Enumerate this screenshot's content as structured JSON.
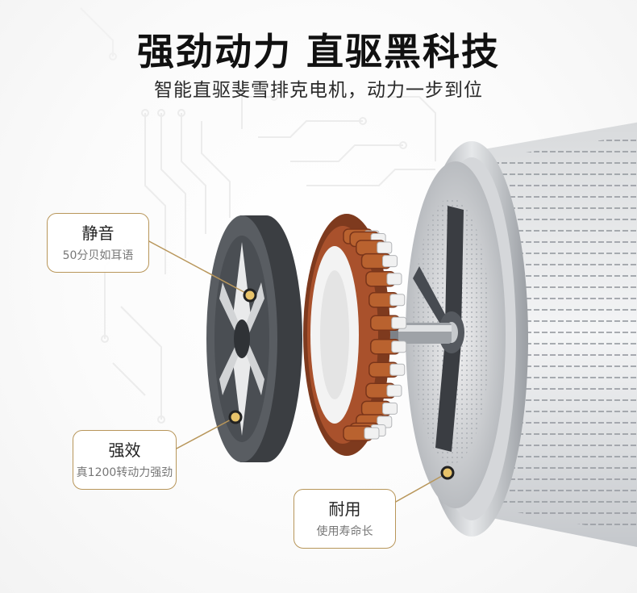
{
  "headline": "强劲动力 直驱黑科技",
  "subline": "智能直驱斐雪排克电机，动力一步到位",
  "callouts": {
    "quiet": {
      "title": "静音",
      "subtitle": "50分贝如耳语"
    },
    "power": {
      "title": "强效",
      "subtitle": "真1200转动力强劲"
    },
    "durable": {
      "title": "耐用",
      "subtitle": "使用寿命长"
    }
  },
  "colors": {
    "callout_border": "#b8965a",
    "copper": "#a9512c",
    "rotor": "#4c5055",
    "steel": "#c9ccd0"
  }
}
